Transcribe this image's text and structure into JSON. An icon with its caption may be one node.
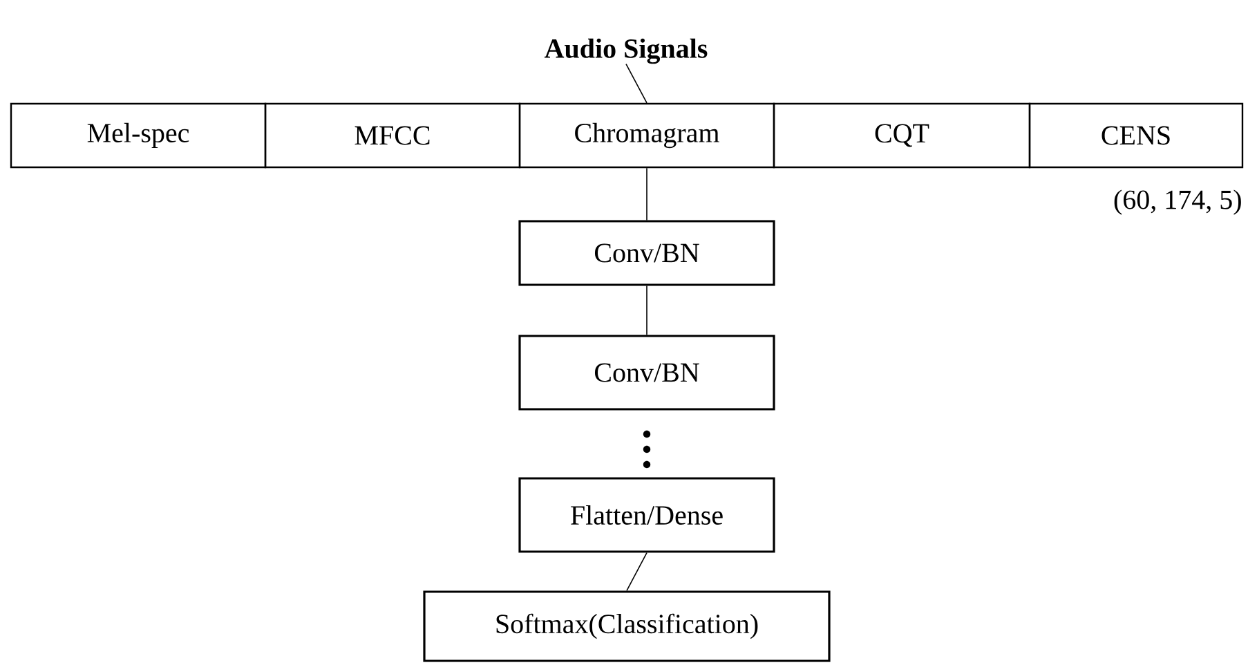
{
  "diagram": {
    "nodes": [
      {
        "text": [
          "Audio Signals"
        ]
      },
      {
        "text": [
          "Mel-spec"
        ]
      },
      {
        "text": [
          "MFCC"
        ]
      },
      {
        "text": [
          "Chromagram"
        ]
      },
      {
        "text": [
          "CQT"
        ]
      },
      {
        "text": [
          "CENS"
        ],
        "beside": [
          "(60, 174, 5)"
        ]
      },
      {
        "text": [
          "Conv/BN"
        ]
      },
      {
        "text": [
          "Conv/BN"
        ]
      },
      {
        "text": [
          "Flatten/Dense"
        ]
      },
      {
        "text": [
          "Softmax(Classification)"
        ]
      }
    ],
    "edges": [
      {
        "from": 0,
        "to": 3,
        "arrow": "none"
      },
      {
        "from": 3,
        "to": 6,
        "arrow": "none"
      },
      {
        "from": 6,
        "to": 7,
        "arrow": "none"
      },
      {
        "from": 8,
        "to": 9,
        "arrow": "none"
      }
    ]
  }
}
